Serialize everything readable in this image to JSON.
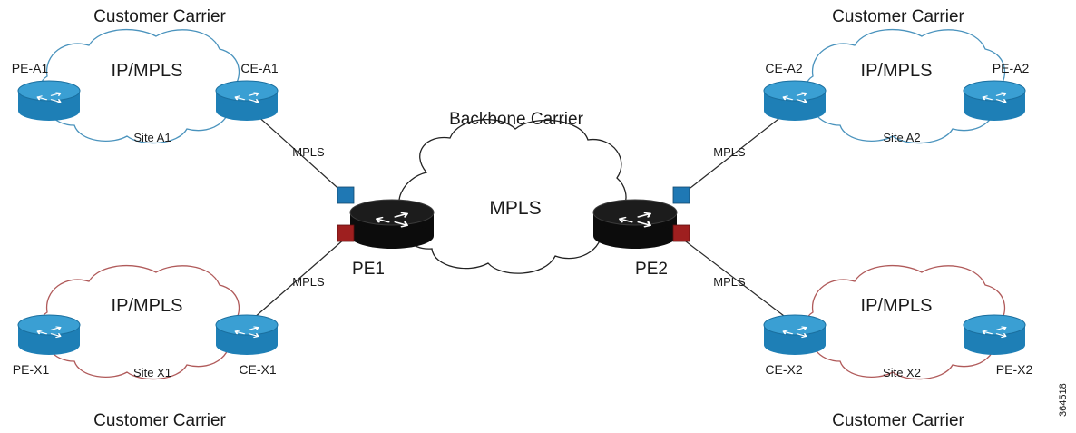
{
  "colors": {
    "cloud_blue": "#4a93bd",
    "cloud_red": "#b05a5a",
    "cloud_backbone": "#222222",
    "router_blue": "#1e7fb6",
    "router_blue_top": "#3a9fd3",
    "router_black": "#0c0c0c",
    "port_blue": "#1f78b4",
    "port_red": "#9e1f1f"
  },
  "backbone": {
    "title": "Backbone Carrier",
    "label": "MPLS",
    "pe1": "PE1",
    "pe2": "PE2"
  },
  "sites": {
    "a1": {
      "carrier": "Customer Carrier",
      "cloud_label": "IP/MPLS",
      "site_label": "Site A1",
      "pe": "PE-A1",
      "ce": "CE-A1",
      "link": "MPLS",
      "color": "blue"
    },
    "a2": {
      "carrier": "Customer Carrier",
      "cloud_label": "IP/MPLS",
      "site_label": "Site A2",
      "pe": "PE-A2",
      "ce": "CE-A2",
      "link": "MPLS",
      "color": "blue"
    },
    "x1": {
      "carrier": "Customer Carrier",
      "cloud_label": "IP/MPLS",
      "site_label": "Site X1",
      "pe": "PE-X1",
      "ce": "CE-X1",
      "link": "MPLS",
      "color": "red"
    },
    "x2": {
      "carrier": "Customer Carrier",
      "cloud_label": "IP/MPLS",
      "site_label": "Site X2",
      "pe": "PE-X2",
      "ce": "CE-X2",
      "link": "MPLS",
      "color": "red"
    }
  },
  "figure_id": "364518",
  "icons": [
    "router-icon",
    "cloud-icon"
  ]
}
